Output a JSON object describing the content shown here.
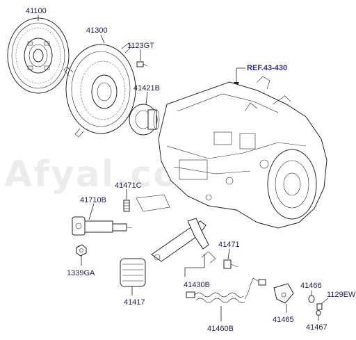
{
  "watermark": "Afyal.com افيال",
  "reference": "REF.43-430",
  "parts": {
    "clutch_disc": "41100",
    "pressure_plate": "41300",
    "bolt_top": "1123GT",
    "release_bearing": "41421B",
    "dust_boot": "41471C",
    "concentric_cylinder": "41710B",
    "nut": "1339GA",
    "boot_cover": "41417",
    "release_fork": "41430B",
    "spring_clip": "41471",
    "hose": "41460B",
    "bracket": "41465",
    "washer": "41466",
    "bolt_bracket": "1129EW",
    "bolt_small": "41467"
  }
}
